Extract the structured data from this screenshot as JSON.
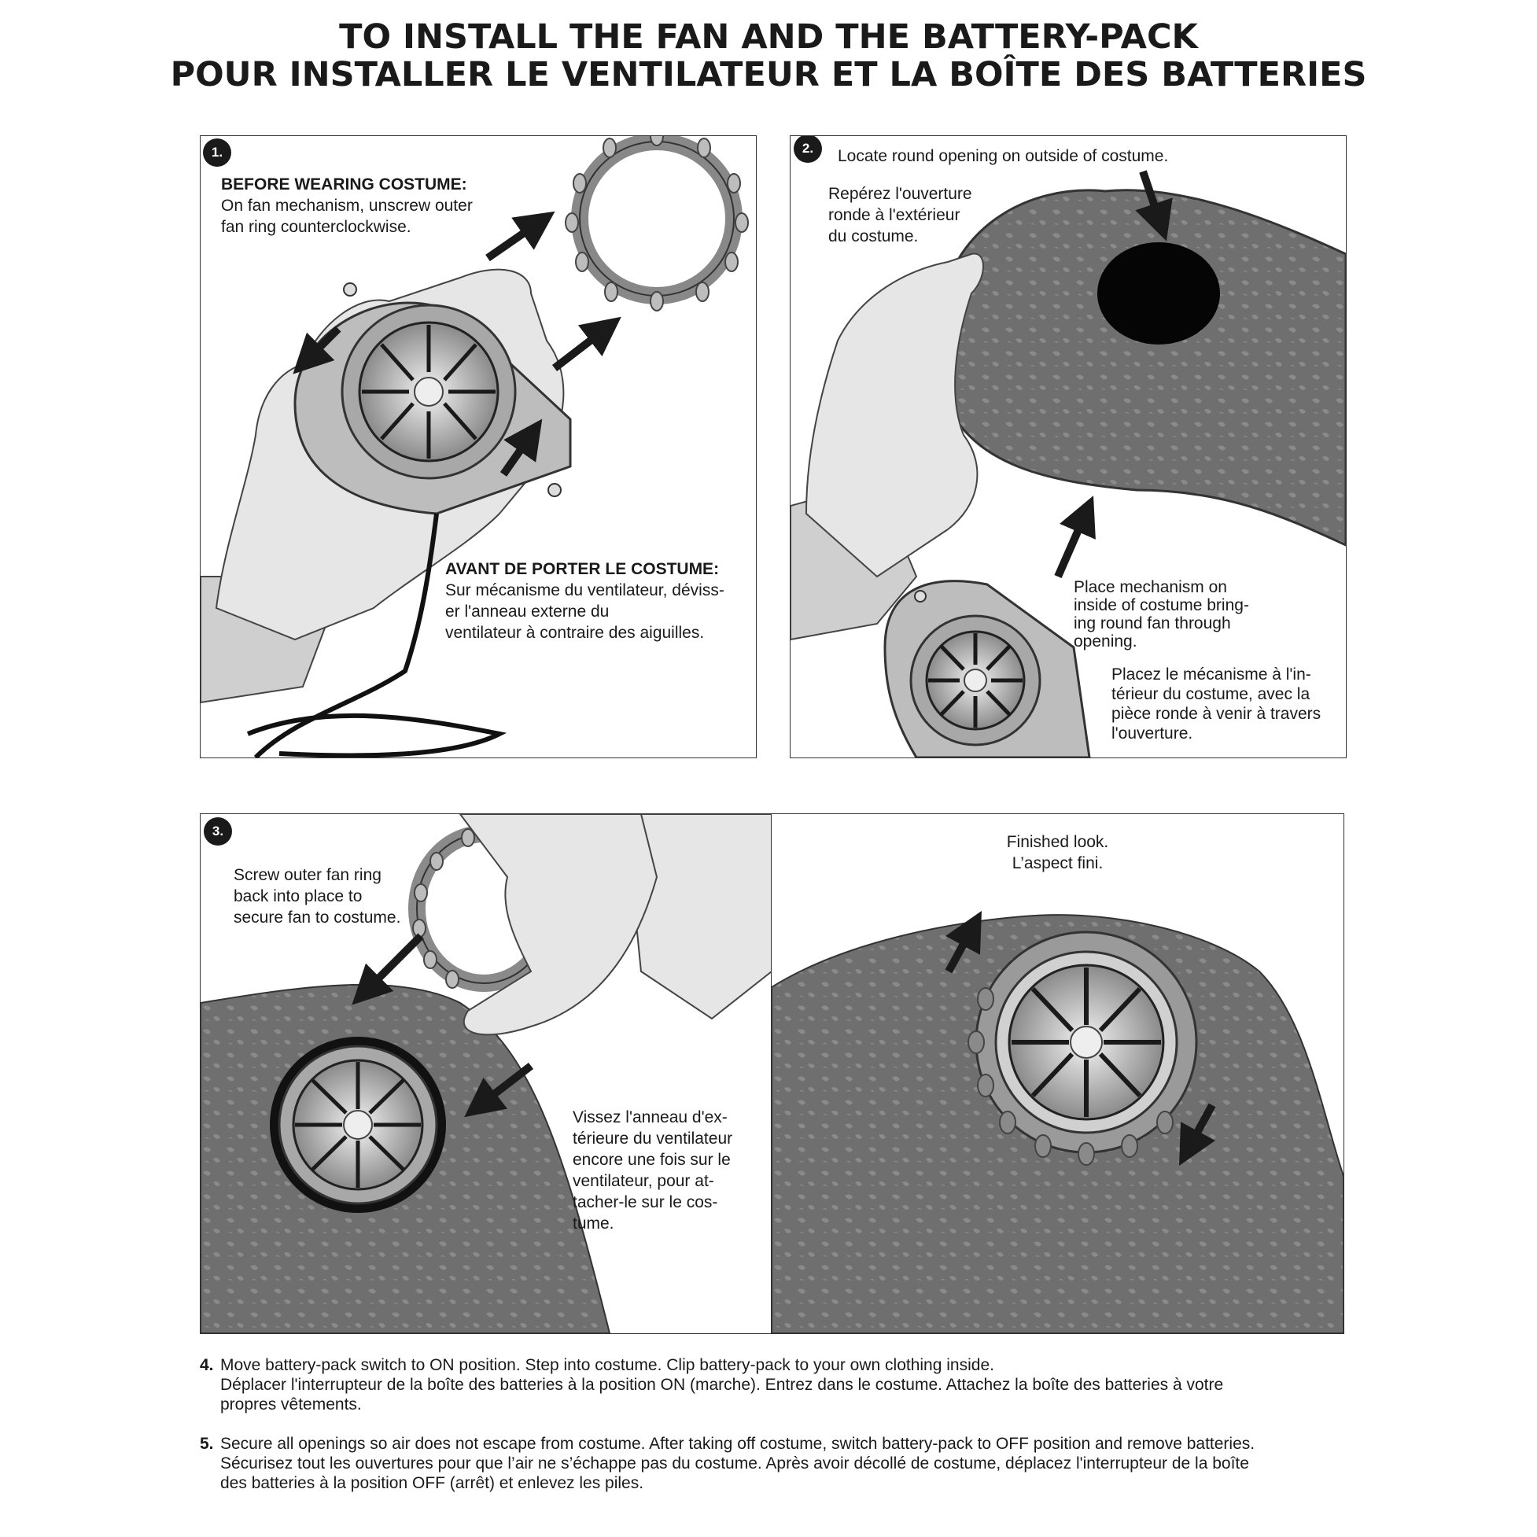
{
  "title": {
    "line1": "TO INSTALL THE FAN AND THE BATTERY-PACK",
    "line2": "POUR INSTALLER LE VENTILATEUR ET LA BOÎTE DES BATTERIES"
  },
  "step1": {
    "number": "1.",
    "en_heading": "BEFORE WEARING COSTUME:",
    "en_line1": "On fan mechanism, unscrew outer",
    "en_line2": "fan ring counterclockwise.",
    "fr_heading": "AVANT DE PORTER LE COSTUME:",
    "fr_line1": "Sur mécanisme du ventilateur, déviss-",
    "fr_line2": "er l'anneau externe du",
    "fr_line3": "ventilateur à contraire des aiguilles."
  },
  "step2": {
    "number": "2.",
    "en_locate": "Locate round opening on outside of costume.",
    "fr_locate_1": "Repérez l'ouverture",
    "fr_locate_2": "ronde à l'extérieur",
    "fr_locate_3": "du costume.",
    "en_place_1": "Place mechanism on",
    "en_place_2": "inside of costume bring-",
    "en_place_3": "ing round fan through",
    "en_place_4": "opening.",
    "fr_place_1": "Placez le mécanisme à l'in-",
    "fr_place_2": "térieur du costume, avec la",
    "fr_place_3": "pièce ronde à venir à travers",
    "fr_place_4": "l'ouverture."
  },
  "step3": {
    "number": "3.",
    "en_1": "Screw outer fan ring",
    "en_2": "back into place to",
    "en_3": "secure fan to costume.",
    "fr_1": "Vissez l'anneau d'ex-",
    "fr_2": "térieure du ventilateur",
    "fr_3": "encore une fois sur le",
    "fr_4": "ventilateur, pour at-",
    "fr_5": "tacher-le sur le cos-",
    "fr_6": "tume."
  },
  "finished": {
    "en": "Finished look.",
    "fr": "L’aspect fini."
  },
  "step4": {
    "number": "4.",
    "en": "Move battery-pack switch to ON position. Step into costume. Clip battery-pack to your own clothing inside.",
    "fr_1": "Déplacer l'interrupteur de la boîte des batteries à la position ON (marche). Entrez dans le costume. Attachez la boîte des batteries à votre",
    "fr_2": "propres vêtements."
  },
  "step5": {
    "number": "5.",
    "en": "Secure all openings so air does not escape from costume. After taking off costume, switch battery-pack to OFF position and remove batteries.",
    "fr_1": "Sécurisez tout les ouvertures pour que l’air ne s’échappe pas du costume. Après avoir décollé de costume, déplacez l'interrupteur de la boîte",
    "fr_2": "des batteries à la position OFF (arrêt) et enlevez les piles."
  },
  "colors": {
    "ink": "#1a1a1a",
    "costume": "#6f6f6f",
    "glove": "#e6e6e6",
    "fan": "#bdbdbd"
  },
  "icons": [
    "step-badge",
    "arrow-icon",
    "fan-illustration",
    "fan-ring-illustration",
    "glove-illustration",
    "costume-fabric-illustration"
  ]
}
